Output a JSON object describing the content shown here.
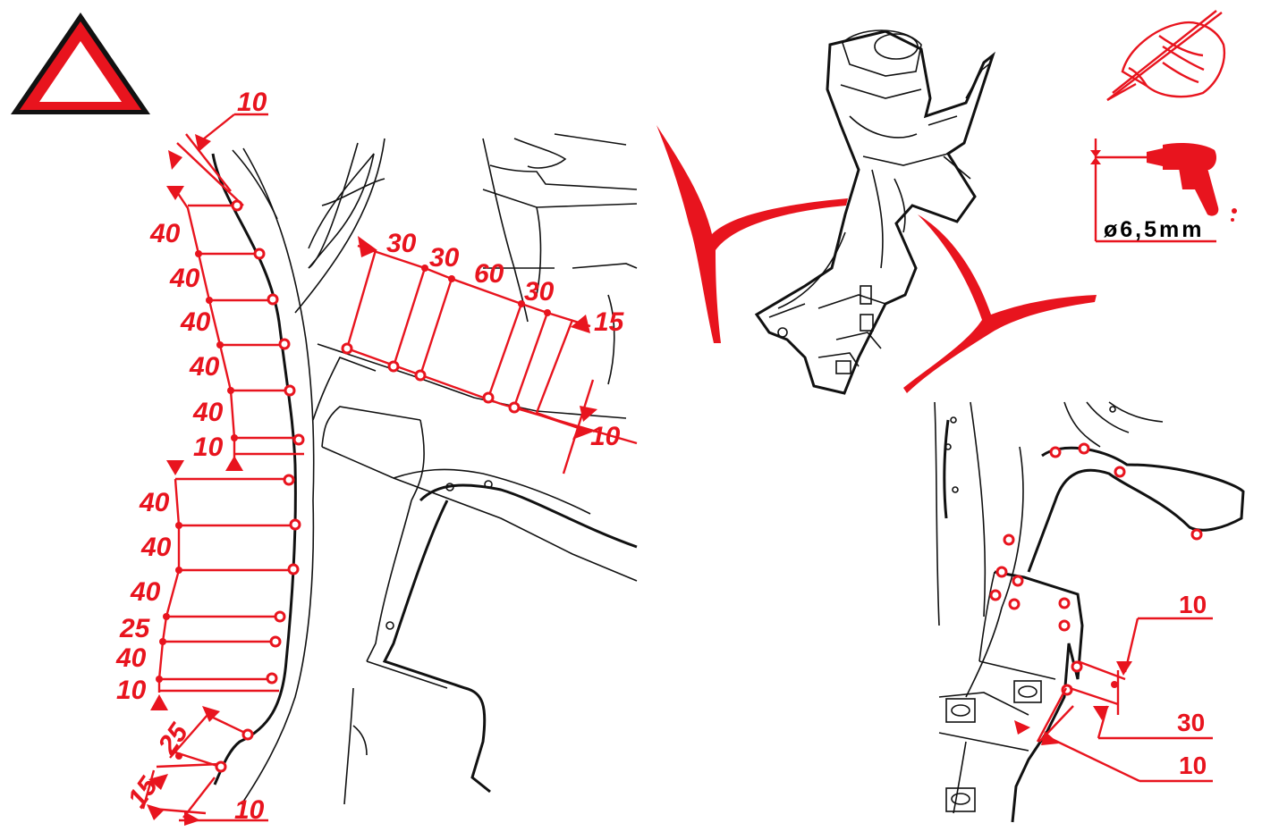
{
  "colors": {
    "accent": "#e8141e",
    "line": "#111111",
    "background": "#ffffff"
  },
  "icons": [
    "warning-triangle-icon",
    "sealer-pen-hand-icon",
    "drill-icon"
  ],
  "drill_spec": {
    "label": "ø6,5mm"
  },
  "left_panel": {
    "top_label": "10",
    "upper_pitches": [
      "40",
      "40",
      "40",
      "40",
      "40",
      "10"
    ],
    "middle_pitches": [
      "40",
      "40",
      "40",
      "25",
      "40",
      "10"
    ],
    "bottom_labels": [
      "25",
      "15",
      "10"
    ]
  },
  "center_panel": {
    "pitches": [
      "30",
      "30",
      "60",
      "30"
    ],
    "offset_top": "15",
    "offset_bottom": "10"
  },
  "right_panel": {
    "labels": [
      "10",
      "30",
      "10"
    ]
  }
}
